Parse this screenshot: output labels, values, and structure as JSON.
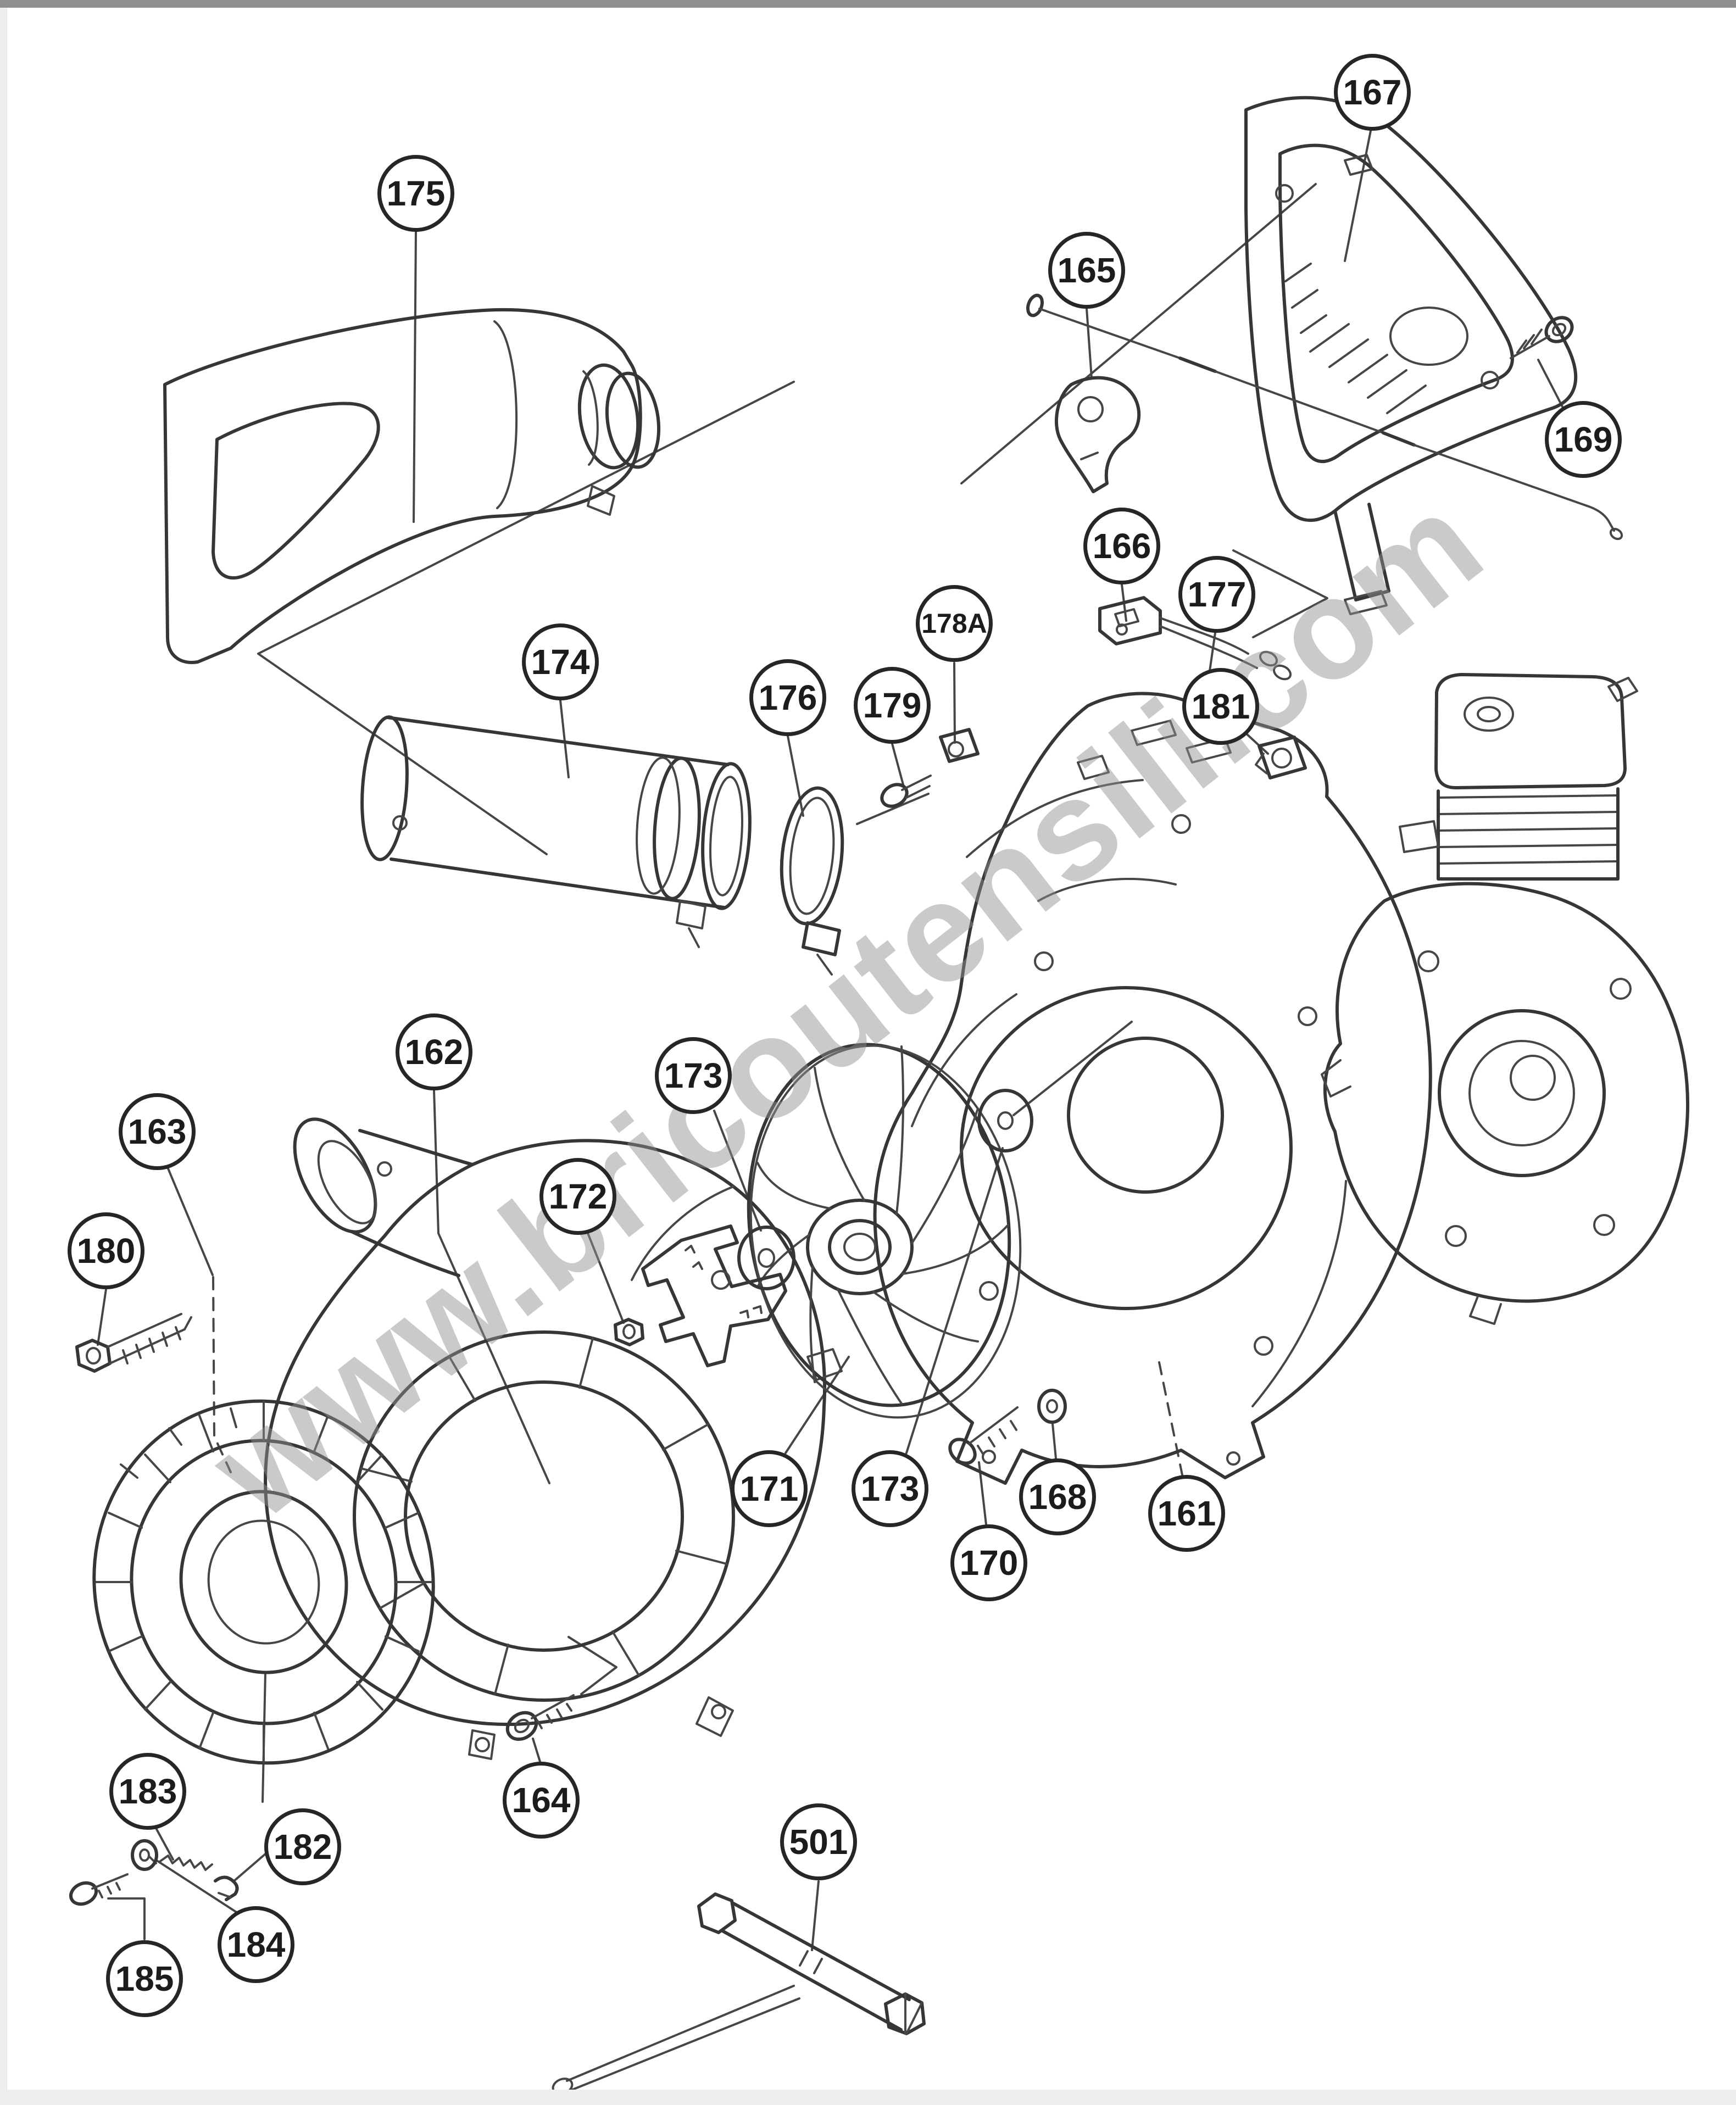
{
  "watermark": {
    "text": "www.bricoutensili.com"
  },
  "callouts": [
    {
      "label": "175"
    },
    {
      "label": "167"
    },
    {
      "label": "165"
    },
    {
      "label": "169"
    },
    {
      "label": "166"
    },
    {
      "label": "177"
    },
    {
      "label": "174"
    },
    {
      "label": "176"
    },
    {
      "label": "179"
    },
    {
      "label": "178A"
    },
    {
      "label": "181"
    },
    {
      "label": "162"
    },
    {
      "label": "163"
    },
    {
      "label": "172"
    },
    {
      "label": "173"
    },
    {
      "label": "180"
    },
    {
      "label": "171"
    },
    {
      "label": "173"
    },
    {
      "label": "168"
    },
    {
      "label": "161"
    },
    {
      "label": "170"
    },
    {
      "label": "183"
    },
    {
      "label": "164"
    },
    {
      "label": "182"
    },
    {
      "label": "184"
    },
    {
      "label": "185"
    },
    {
      "label": "501"
    }
  ]
}
